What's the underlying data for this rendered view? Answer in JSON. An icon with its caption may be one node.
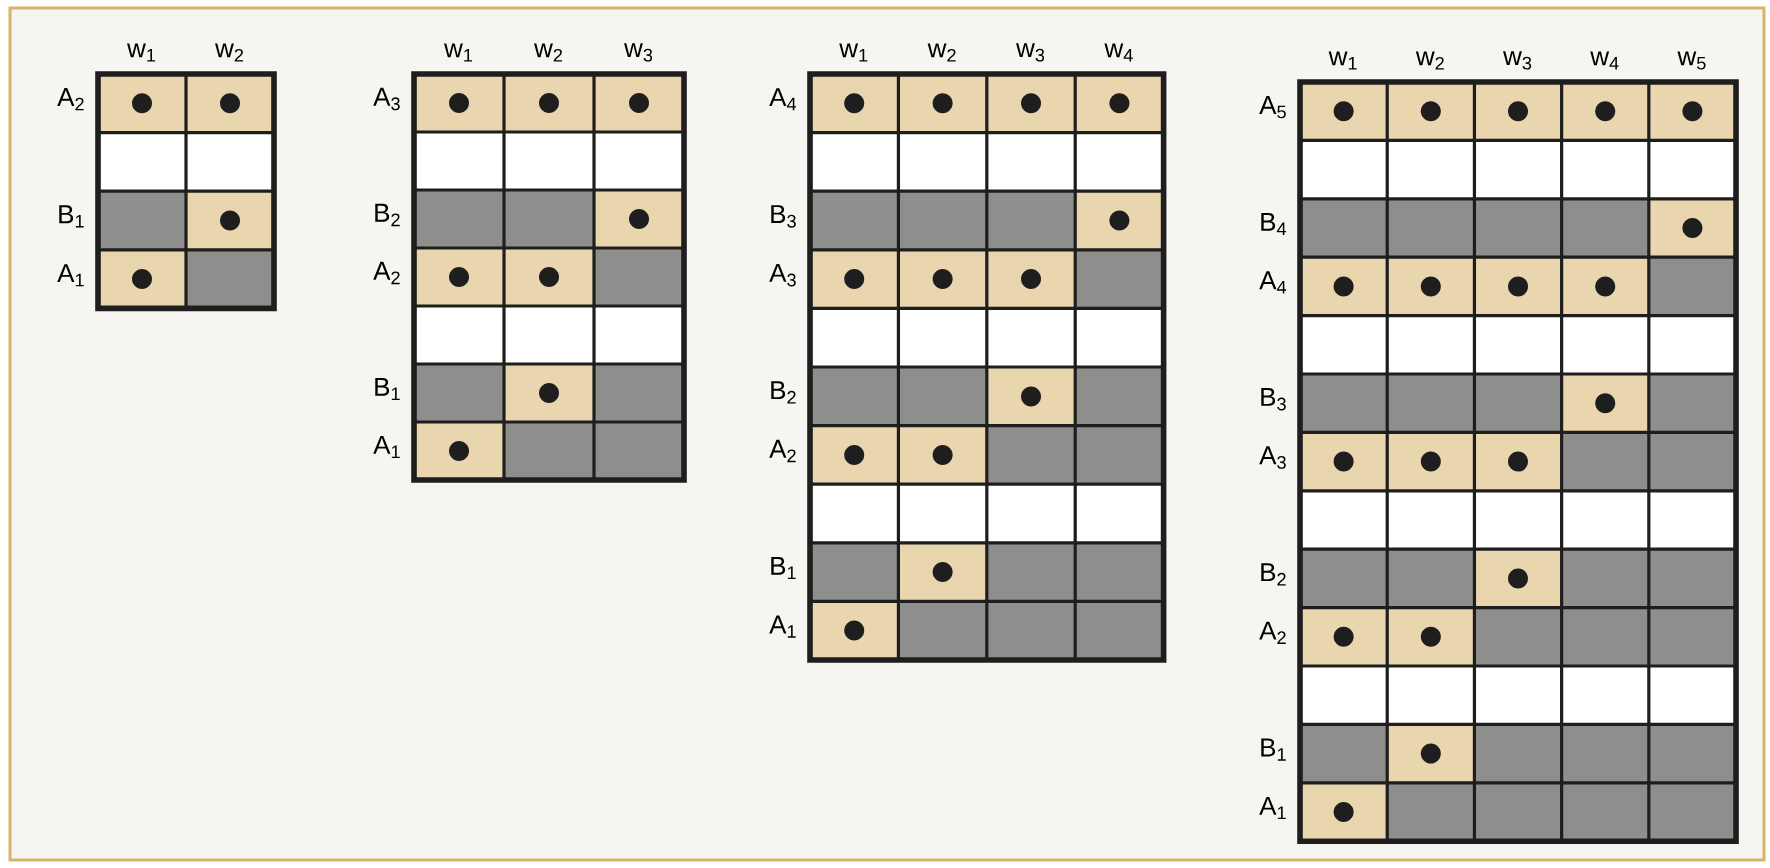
{
  "diagram": {
    "labels": [
      "w$_{1}$",
      "w$_{2}$",
      "A$_{2}$",
      "B$_{1}$",
      "A$_{1}$",
      "w$_{1}$",
      "w$_{2}$",
      "w$_{3}$",
      "A$_{3}$",
      "B$_{2}$",
      "A$_{2}$",
      "B$_{1}$",
      "A$_{1}$",
      "w$_{1}$",
      "w$_{2}$",
      "w$_{3}$",
      "w$_{4}$",
      "A$_{4}$",
      "B$_{3}$",
      "A$_{3}$",
      "B$_{2}$",
      "A$_{2}$",
      "B$_{1}$",
      "A$_{1}$",
      "w$_{1}$",
      "w$_{2}$",
      "w$_{3}$",
      "w$_{4}$",
      "w$_{5}$",
      "A$_{5}$",
      "B$_{4}$",
      "A$_{4}$",
      "B$_{3}$",
      "A$_{3}$",
      "B$_{2}$",
      "A$_{2}$",
      "B$_{1}$",
      "A$_{1}$"
    ]
  }
}
